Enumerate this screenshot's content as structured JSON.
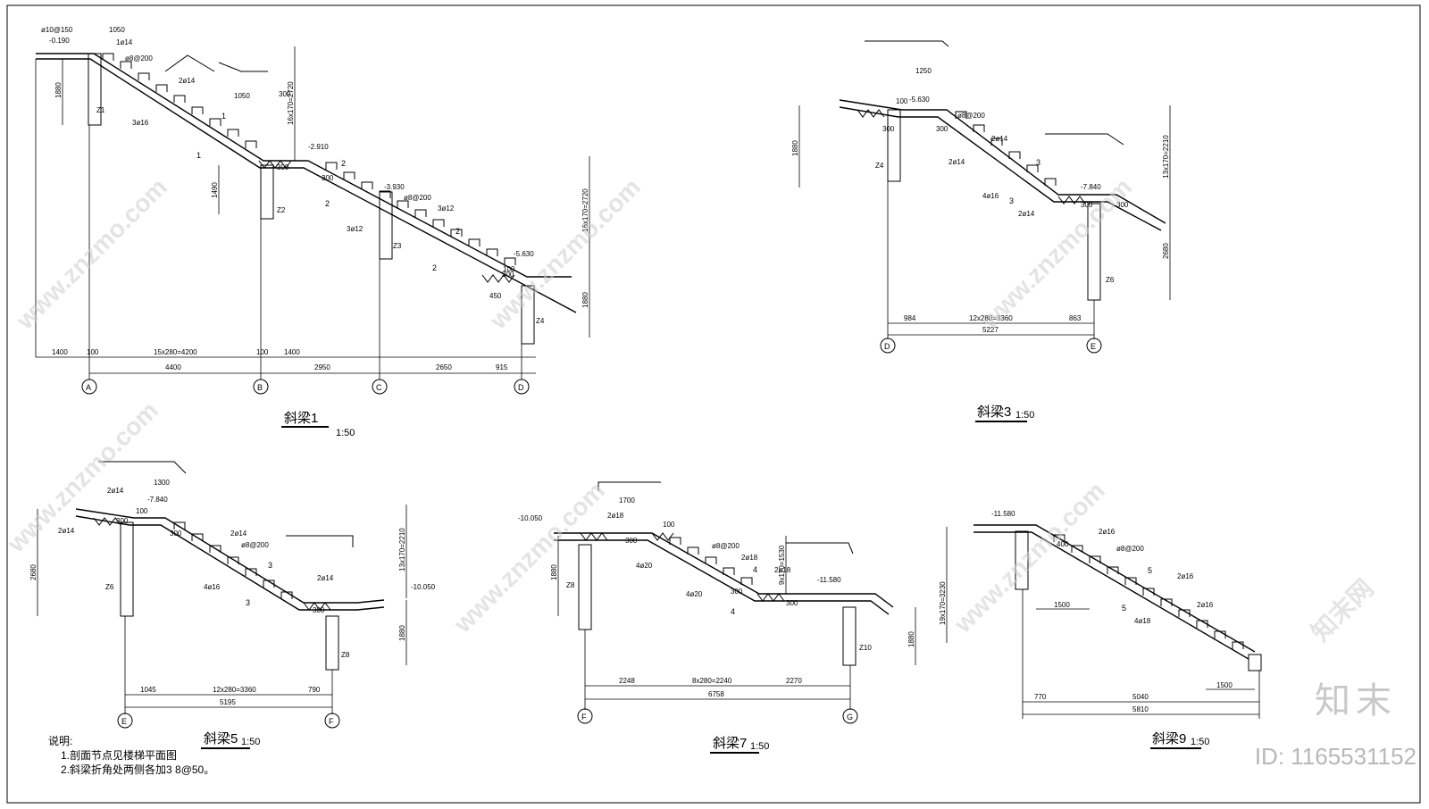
{
  "drawings": {
    "d1": {
      "title": "斜梁1",
      "scale": "1:50",
      "elev_top": "-0.190",
      "elev_1": "-2.910",
      "elev_2": "-3.930",
      "elev_3": "-5.630",
      "dims_bottom": [
        "1400",
        "100",
        "15x280=4200",
        "100",
        "1400",
        "4400",
        "2950",
        "2650",
        "915"
      ],
      "axes": [
        "A",
        "B",
        "C",
        "D"
      ],
      "columns": [
        "Z1",
        "Z2",
        "Z3",
        "Z4"
      ],
      "rebar": [
        "ø10@150",
        "ø8@200",
        "2ø14",
        "1ø14",
        "3ø16",
        "3ø12",
        "3ø12",
        "ø8@200"
      ],
      "heights": [
        "1880",
        "1490",
        "16x170=2720",
        "16x170=2720",
        "1880"
      ],
      "small_dims": [
        "1050",
        "1050",
        "450",
        "300",
        "300",
        "100",
        "300",
        "300"
      ],
      "sections": [
        "1",
        "1",
        "2",
        "2",
        "2",
        "2"
      ]
    },
    "d3": {
      "title": "斜梁3",
      "scale": "1:50",
      "elev_1": "-5.630",
      "elev_2": "-7.840",
      "dims_bottom": [
        "984",
        "12x280=3360",
        "863",
        "5227"
      ],
      "axes": [
        "D",
        "E"
      ],
      "columns": [
        "Z4",
        "Z6"
      ],
      "rebar": [
        "ø8@200",
        "2ø14",
        "2ø14",
        "4ø16",
        "2ø14"
      ],
      "heights": [
        "1880",
        "13x170=2210",
        "2680"
      ],
      "small_dims": [
        "1250",
        "300",
        "300",
        "100",
        "300",
        "300"
      ],
      "sections": [
        "3",
        "3"
      ]
    },
    "d5": {
      "title": "斜梁5",
      "scale": "1:50",
      "elev_1": "-7.840",
      "elev_2": "-10.050",
      "dims_bottom": [
        "1045",
        "12x280=3360",
        "790",
        "5195"
      ],
      "axes": [
        "E",
        "F"
      ],
      "columns": [
        "Z6",
        "Z8"
      ],
      "rebar": [
        "2ø14",
        "2ø14",
        "2ø14",
        "ø8@200",
        "4ø16",
        "2ø14"
      ],
      "heights": [
        "2680",
        "13x170=2210",
        "1880"
      ],
      "small_dims": [
        "1300",
        "300",
        "300",
        "300",
        "100"
      ],
      "sections": [
        "3",
        "3"
      ]
    },
    "d7": {
      "title": "斜梁7",
      "scale": "1:50",
      "elev_1": "-10.050",
      "elev_2": "-11.580",
      "dims_bottom": [
        "2248",
        "8x280=2240",
        "2270",
        "6758"
      ],
      "axes": [
        "F",
        "G"
      ],
      "columns": [
        "Z8",
        "Z10"
      ],
      "rebar": [
        "2ø18",
        "ø8@200",
        "2ø18",
        "4ø20",
        "4ø20",
        "2ø18"
      ],
      "heights": [
        "1880",
        "9x170=1530",
        "1880"
      ],
      "small_dims": [
        "1700",
        "300",
        "300",
        "300",
        "100"
      ],
      "sections": [
        "4",
        "4"
      ]
    },
    "d9": {
      "title": "斜梁9",
      "scale": "1:50",
      "elev_1": "-11.580",
      "dims_bottom": [
        "770",
        "5040",
        "5810",
        "1500",
        "1500"
      ],
      "rebar": [
        "2ø16",
        "ø8@200",
        "2ø16",
        "2ø16",
        "4ø18"
      ],
      "heights": [
        "19x170=3230"
      ],
      "small_dims": [
        "400"
      ],
      "sections": [
        "5",
        "5"
      ]
    }
  },
  "notes": {
    "heading": "说明:",
    "items": [
      "1.剖面节点见楼梯平面图",
      "2.斜梁折角处两侧各加3 8@50。"
    ]
  },
  "watermark": {
    "brand": "知末",
    "id": "ID: 1165531152",
    "site": "www.znzmo.com",
    "site_cn": "知末网"
  }
}
